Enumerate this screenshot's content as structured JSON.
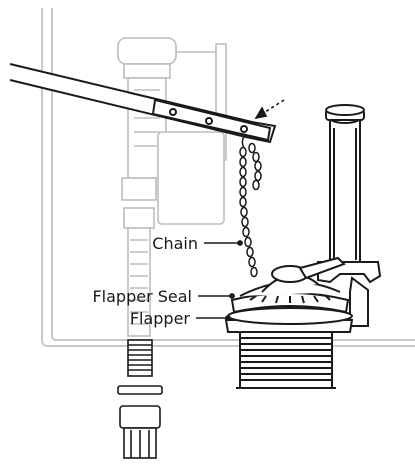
{
  "labels": {
    "chain": "Chain",
    "flapper_seal": "Flapper Seal",
    "flapper": "Flapper"
  },
  "colors": {
    "line": "#1a1a1a",
    "light_line": "#bdbdbd",
    "tank_line": "#c9c9c9",
    "fill": "#ffffff"
  }
}
